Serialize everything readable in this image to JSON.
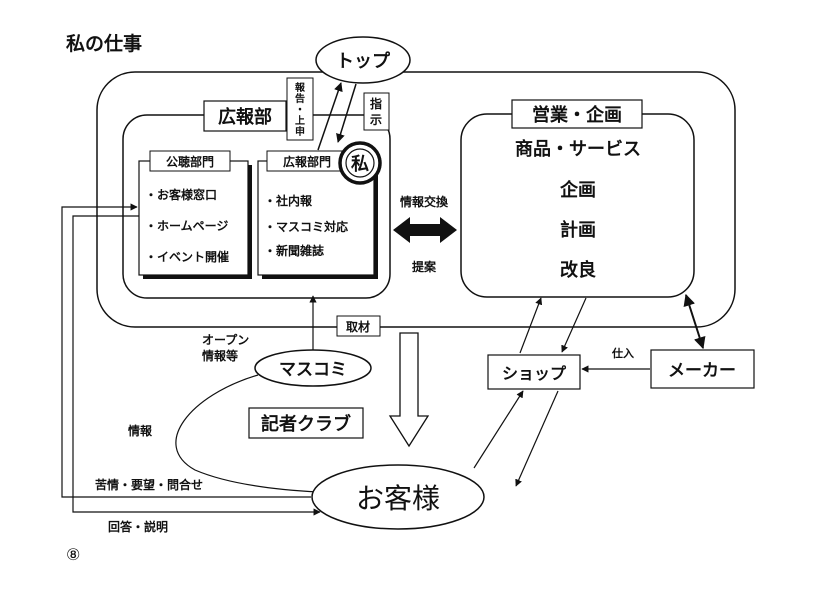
{
  "title": "私の仕事",
  "page_number": "⑧",
  "nodes": {
    "top": "トップ",
    "kohobu": "広報部",
    "eigyo": "営業・企画",
    "kocho": {
      "title": "公聴部門",
      "items": [
        "・お客様窓口",
        "・ホームページ",
        "・イベント開催"
      ]
    },
    "koho": {
      "title": "広報部門",
      "items": [
        "・社内報",
        "・マスコミ対応",
        "・新聞雑誌"
      ]
    },
    "watashi": "私",
    "eigyo_items": [
      "商品・サービス",
      "企画",
      "計画",
      "改良"
    ],
    "masukomi": "マスコミ",
    "kisha": "記者クラブ",
    "shop": "ショップ",
    "maker": "メーカー",
    "okyaku": "お客様"
  },
  "labels": {
    "hokoku": [
      "報",
      "告",
      "・",
      "上",
      "申"
    ],
    "shiji": [
      "指",
      "示"
    ],
    "johokokan": "情報交換",
    "teian": "提案",
    "shuzai": "取材",
    "open": "オープン",
    "johoto": "情報等",
    "joho": "情報",
    "shiire": "仕入",
    "kujo": "苦情・要望・問合せ",
    "kaito": "回答・説明"
  }
}
